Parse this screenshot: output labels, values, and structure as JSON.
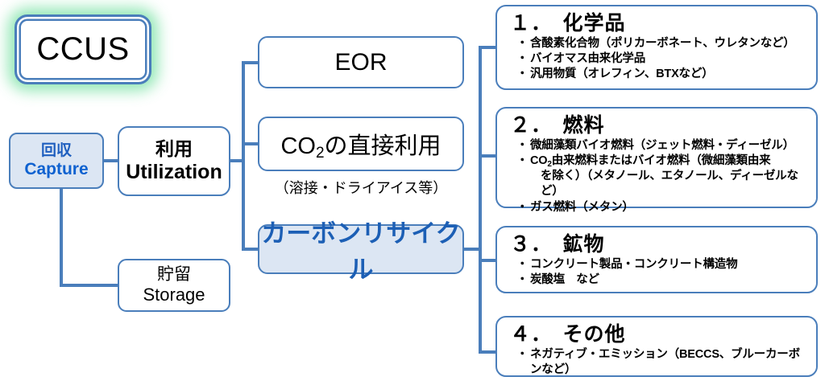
{
  "diagram": {
    "title_box": {
      "label": "CCUS"
    },
    "left": {
      "capture": {
        "line1": "回収",
        "line2": "Capture"
      },
      "utilization": {
        "line1": "利用",
        "line2": "Utilization"
      },
      "storage": {
        "line1": "貯留",
        "line2": "Storage"
      }
    },
    "middle": {
      "eor": {
        "label": "EOR"
      },
      "direct_use": {
        "label_pre": "CO",
        "label_sub": "2",
        "label_post": "の直接利用",
        "note": "（溶接・ドライアイス等）"
      },
      "carbon_recycle": {
        "label": "カーボンリサイクル"
      }
    },
    "categories": [
      {
        "title": "１．　化学品",
        "items": [
          "含酸素化合物（ポリカーボネート、ウレタンなど）",
          "バイオマス由来化学品",
          "汎用物質（オレフィン、BTXなど）"
        ]
      },
      {
        "title": "２．　燃料",
        "items": [
          "微細藻類バイオ燃料（ジェット燃料・ディーゼル）",
          "CO2由来燃料またはバイオ燃料（微細藻類由来",
          "を除く）（メタノール、エタノール、ディーゼルなど）",
          "ガス燃料（メタン）"
        ],
        "item2_pre": "CO",
        "item2_sub": "2",
        "item2_post": "由来燃料またはバイオ燃料（微細藻類由来"
      },
      {
        "title": "３．　鉱物",
        "items": [
          "コンクリート製品・コンクリート構造物",
          "炭酸塩　など"
        ]
      },
      {
        "title": "４．　その他",
        "items": [
          "ネガティブ・エミッション（BECCS、ブルーカーボンなど）"
        ]
      }
    ],
    "colors": {
      "line": "#4a7ebb",
      "fill_accent": "#dce6f3",
      "accent_text": "#1c5fb5",
      "glow": "#7fe3a8"
    }
  }
}
